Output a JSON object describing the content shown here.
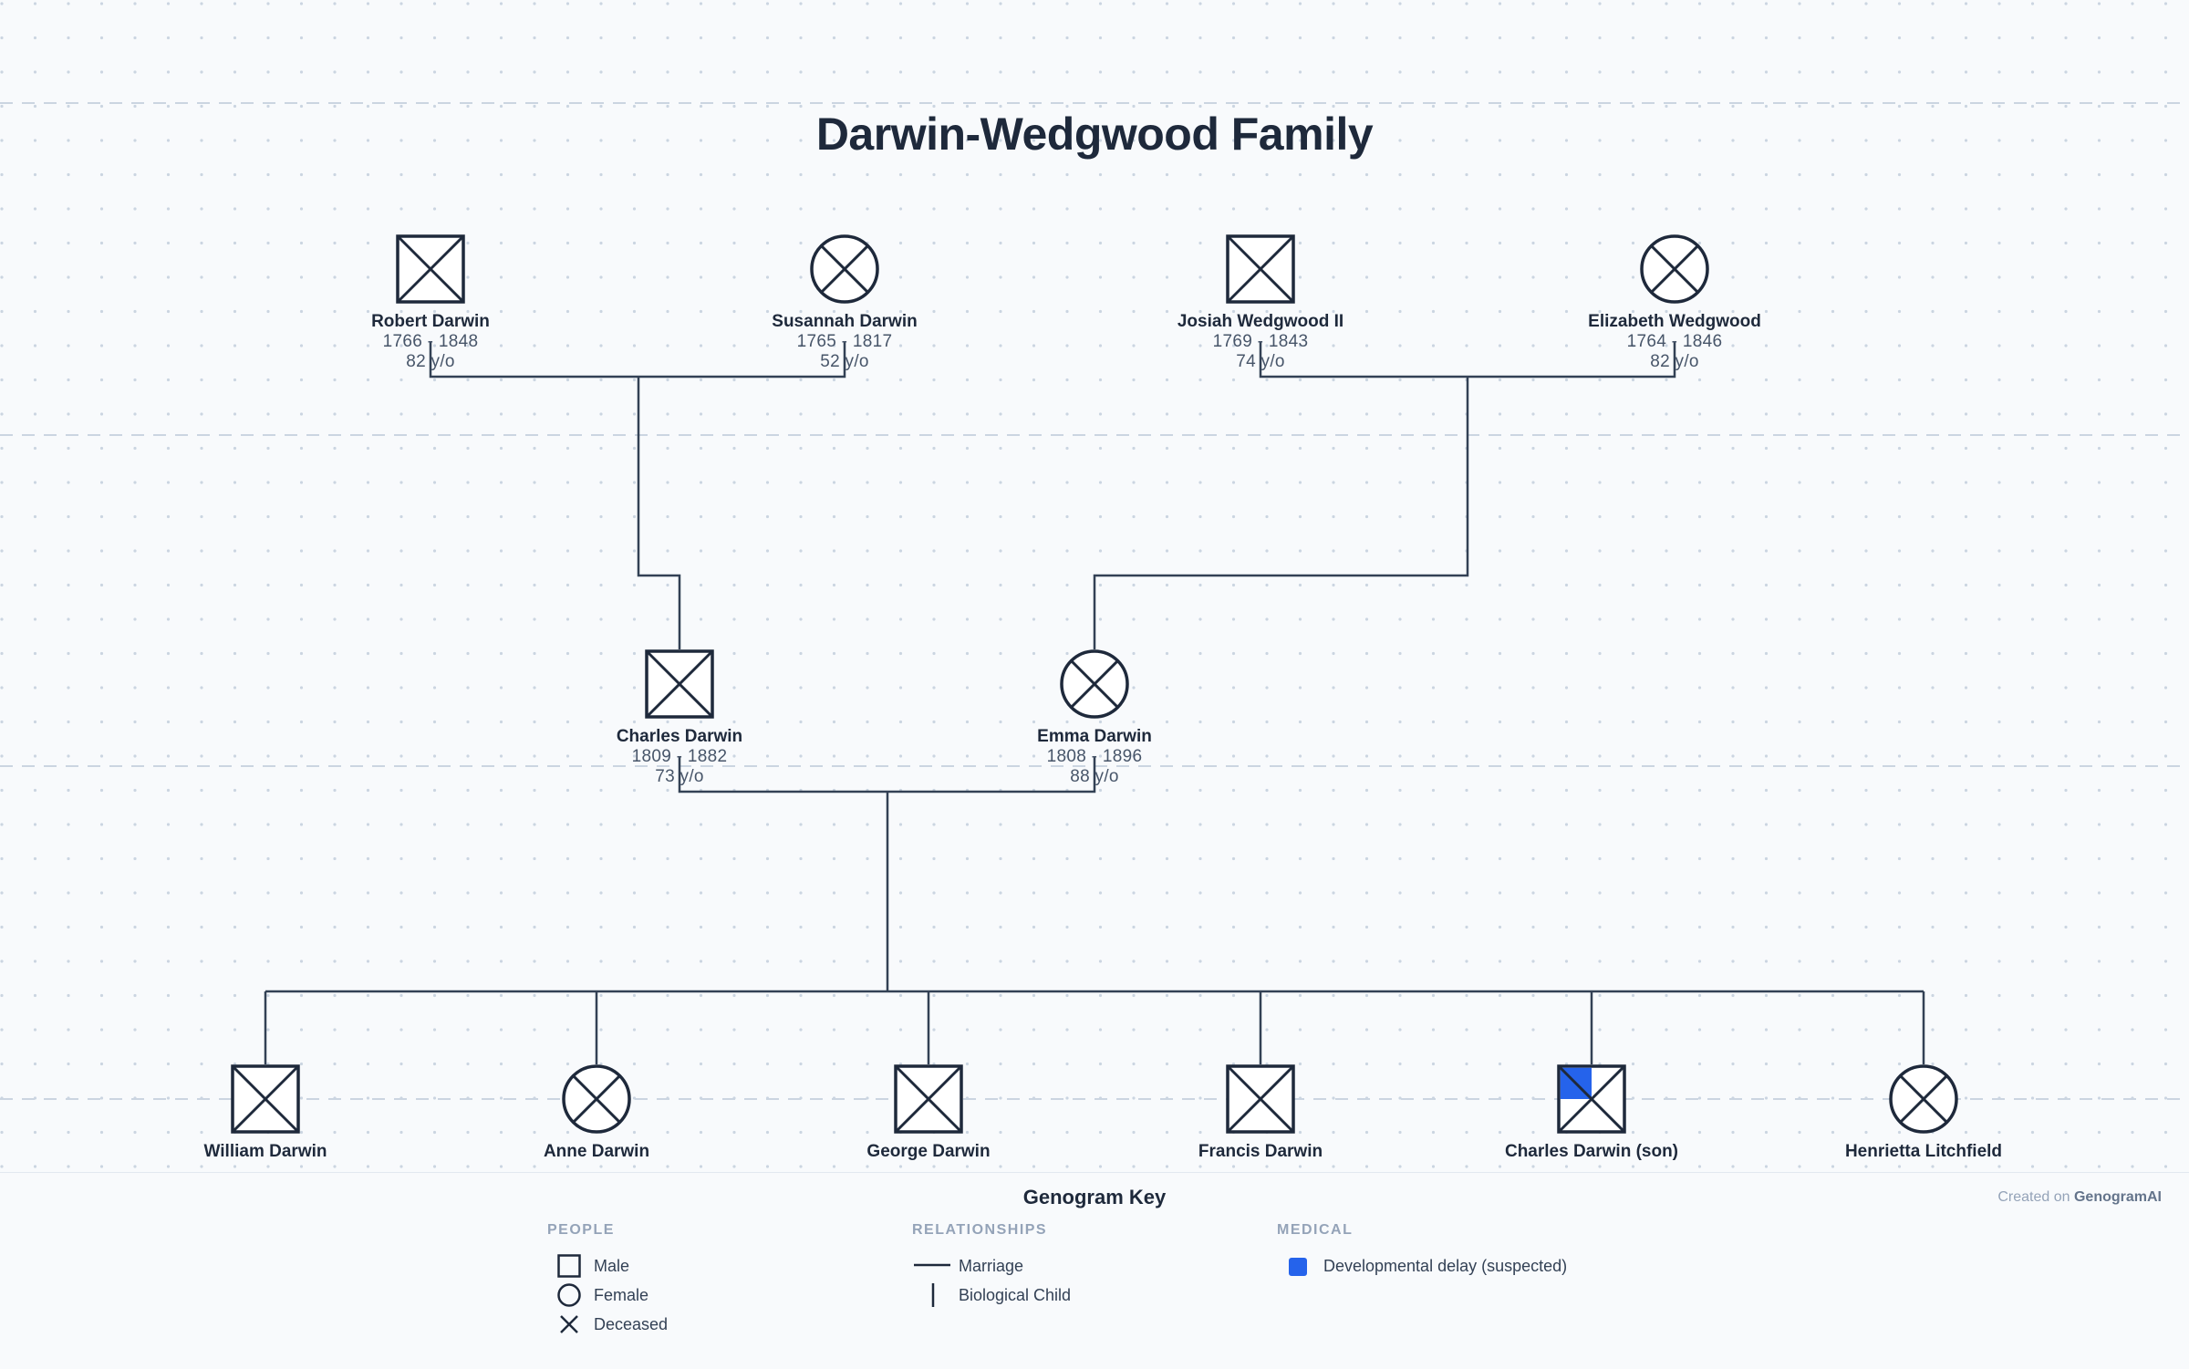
{
  "title": "Darwin-Wedgwood Family",
  "people": [
    {
      "id": "robert",
      "name": "Robert Darwin",
      "dates": "1766 - 1848",
      "age": "82 y/o",
      "sex": "male",
      "deceased": true
    },
    {
      "id": "susannah",
      "name": "Susannah Darwin",
      "dates": "1765 - 1817",
      "age": "52 y/o",
      "sex": "female",
      "deceased": true
    },
    {
      "id": "josiah",
      "name": "Josiah Wedgwood II",
      "dates": "1769 - 1843",
      "age": "74 y/o",
      "sex": "male",
      "deceased": true
    },
    {
      "id": "elizabeth",
      "name": "Elizabeth Wedgwood",
      "dates": "1764 - 1846",
      "age": "82 y/o",
      "sex": "female",
      "deceased": true
    },
    {
      "id": "charles",
      "name": "Charles Darwin",
      "dates": "1809 - 1882",
      "age": "73 y/o",
      "sex": "male",
      "deceased": true
    },
    {
      "id": "emma",
      "name": "Emma Darwin",
      "dates": "1808 - 1896",
      "age": "88 y/o",
      "sex": "female",
      "deceased": true
    },
    {
      "id": "william",
      "name": "William Darwin",
      "sex": "male",
      "deceased": true
    },
    {
      "id": "anne",
      "name": "Anne Darwin",
      "sex": "female",
      "deceased": true
    },
    {
      "id": "george",
      "name": "George Darwin",
      "sex": "male",
      "deceased": true
    },
    {
      "id": "francis",
      "name": "Francis Darwin",
      "sex": "male",
      "deceased": true
    },
    {
      "id": "charles_son",
      "name": "Charles Darwin (son)",
      "sex": "male",
      "deceased": true,
      "condition": "Developmental delay (suspected)"
    },
    {
      "id": "henrietta",
      "name": "Henrietta Litchfield",
      "sex": "female",
      "deceased": true
    }
  ],
  "key": {
    "title": "Genogram Key",
    "credit_prefix": "Created on",
    "credit_brand": "GenogramAI",
    "people_heading": "PEOPLE",
    "people": [
      "Male",
      "Female",
      "Deceased"
    ],
    "relationships_heading": "RELATIONSHIPS",
    "relationships": [
      "Marriage",
      "Biological Child"
    ],
    "medical_heading": "MEDICAL",
    "medical": [
      "Developmental delay (suspected)"
    ]
  },
  "colors": {
    "line": "#334155",
    "symbol": "#1e293b",
    "medical": "#2563eb"
  }
}
